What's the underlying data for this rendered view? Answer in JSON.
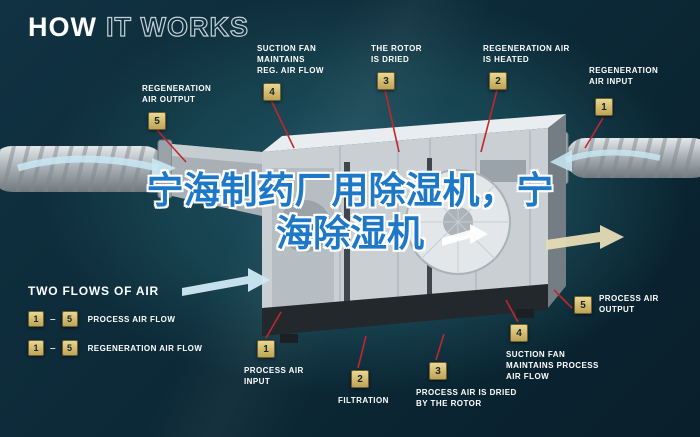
{
  "header": {
    "title_bold": "HOW",
    "title_light": "IT WORKS"
  },
  "watermark": {
    "line1": "宁海制药厂用除湿机，宁",
    "line2": "海除湿机"
  },
  "callouts": {
    "top": [
      {
        "num": "5",
        "lines": [
          "REGENERATION",
          "AIR OUTPUT"
        ]
      },
      {
        "num": "4",
        "lines": [
          "SUCTION FAN",
          "MAINTAINS",
          "REG. AIR FLOW"
        ]
      },
      {
        "num": "3",
        "lines": [
          "THE ROTOR",
          "IS DRIED"
        ]
      },
      {
        "num": "2",
        "lines": [
          "REGENERATION AIR",
          "IS HEATED"
        ]
      },
      {
        "num": "1",
        "lines": [
          "REGENERATION",
          "AIR INPUT"
        ]
      }
    ],
    "bottom": [
      {
        "num": "1",
        "lines": [
          "PROCESS AIR",
          "INPUT"
        ]
      },
      {
        "num": "2",
        "lines": [
          "FILTRATION"
        ]
      },
      {
        "num": "3",
        "lines": [
          "PROCESS AIR IS DRIED",
          "BY THE ROTOR"
        ]
      },
      {
        "num": "4",
        "lines": [
          "SUCTION FAN",
          "MAINTAINS PROCESS",
          "AIR FLOW"
        ]
      },
      {
        "num": "5",
        "lines": [
          "PROCESS AIR",
          "OUTPUT"
        ]
      }
    ]
  },
  "legend": {
    "title": "TWO FLOWS OF AIR",
    "rows": [
      {
        "start": "1",
        "dash": "–",
        "end": "5",
        "label": "PROCESS AIR FLOW"
      },
      {
        "start": "1",
        "dash": "–",
        "end": "5",
        "label": "REGENERATION AIR FLOW"
      }
    ]
  },
  "colors": {
    "background": "#0c2836",
    "badge": "#d9c47e",
    "callout_line": "#c0272d",
    "watermark_blue": "#1e78c8",
    "flow_blue": "#cfeaf6"
  }
}
